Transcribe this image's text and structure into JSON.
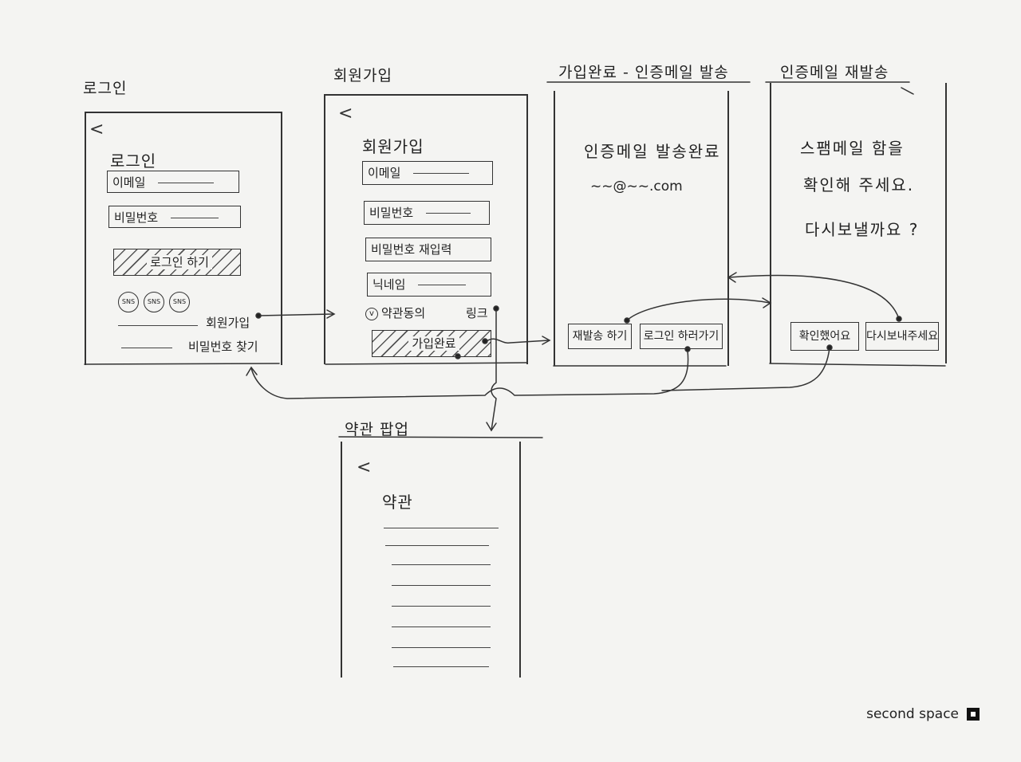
{
  "screens": {
    "login": {
      "label": "로그인",
      "back": "<",
      "title": "로그인",
      "email": "이메일",
      "password": "비밀번호",
      "login_button": "로그인 하기",
      "sns": [
        "SNS",
        "SNS",
        "SNS"
      ],
      "signup_link": "회원가입",
      "find_password": "비밀번호 찾기"
    },
    "signup": {
      "label": "회원가입",
      "back": "<",
      "title": "회원가입",
      "email": "이메일",
      "password": "비밀번호",
      "password_confirm": "비밀번호 재입력",
      "nickname": "닉네임",
      "terms_check": "v",
      "terms_agree": "약관동의",
      "link": "링크",
      "submit": "가입완료"
    },
    "signup_done": {
      "label": "가입완료 - 인증메일 발송",
      "message": "인증메일 발송완료",
      "email_pattern": "~~@~~.com",
      "resend_button": "재발송 하기",
      "login_button": "로그인 하러가기"
    },
    "resend": {
      "label": "인증메일 재발송",
      "line1": "스팸메일 함을",
      "line2": "확인해 주세요.",
      "question": "다시보낼까요 ?",
      "confirm_button": "확인했어요",
      "resend_button": "다시보내주세요"
    },
    "terms_popup": {
      "label": "약관 팝업",
      "back": "<",
      "title": "약관"
    }
  },
  "brand": "second space"
}
